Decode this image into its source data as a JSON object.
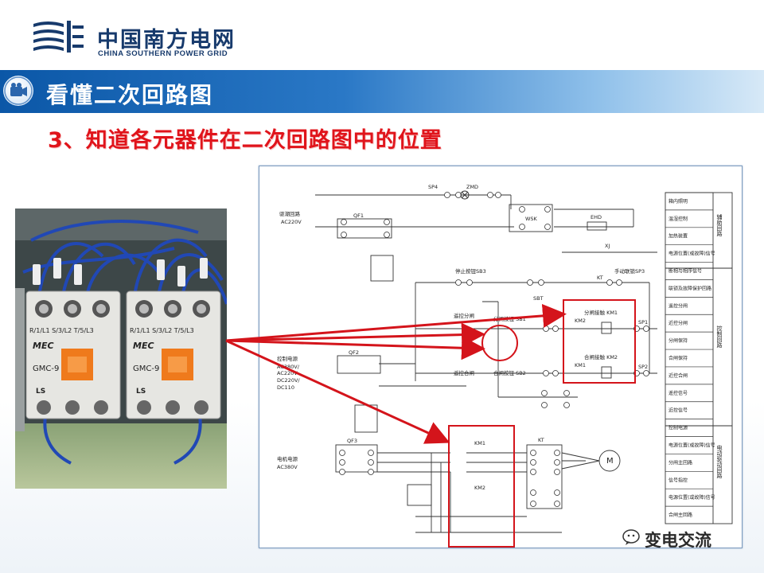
{
  "header": {
    "brand_cn": "中国南方电网",
    "brand_en": "CHINA SOUTHERN POWER GRID"
  },
  "slide": {
    "title": "看懂二次回路图",
    "subtitle": "3、知道各元器件在二次回路图中的位置"
  },
  "photo": {
    "contactors": [
      {
        "top_label": "R/1/L1  S/3/L2  T/5/L3",
        "brand": "MEC",
        "model": "GMC-9",
        "ls": "LS"
      },
      {
        "top_label": "R/1/L1  S/3/L2  T/5/L3",
        "brand": "MEC",
        "model": "GMC-9",
        "ls": "LS"
      }
    ]
  },
  "diagram": {
    "right_panel": [
      {
        "label": "箱内照明",
        "group": "辅助回路"
      },
      {
        "label": "温湿控制",
        "group": "辅助回路"
      },
      {
        "label": "加热装置",
        "group": "辅助回路"
      },
      {
        "label": "电源位置(或故障)信号",
        "group": "辅助回路"
      },
      {
        "label": "断相与相序信号",
        "group": "辅助回路"
      },
      {
        "label": "联锁及故障保护回路",
        "group": "控制回路"
      },
      {
        "label": "遥控分闸",
        "group": "控制回路"
      },
      {
        "label": "近控分闸",
        "group": "控制回路"
      },
      {
        "label": "分闸保持",
        "group": "控制回路"
      },
      {
        "label": "合闸保持",
        "group": "控制回路"
      },
      {
        "label": "近控合闸",
        "group": "控制回路"
      },
      {
        "label": "遥控信号",
        "group": "控制回路"
      },
      {
        "label": "近控信号",
        "group": "控制回路"
      },
      {
        "label": "控制电源",
        "group": "控制回路"
      },
      {
        "label": "电源位置(或故障)信号",
        "group": "控制回路"
      },
      {
        "label": "分闸主回路",
        "group": "电动驱动回路"
      },
      {
        "label": "信号指控",
        "group": "电动驱动回路"
      },
      {
        "label": "电源位置(或故障)信号",
        "group": "电动驱动回路"
      },
      {
        "label": "合闸主回路",
        "group": "电动驱动回路"
      }
    ],
    "group_labels": [
      "辅助回路",
      "控制回路",
      "电动驱动回路"
    ],
    "left_labels": {
      "aux": "驱潮回路",
      "aux_v": "AC220V",
      "ctrl": "控制电源",
      "ctrl_v1": "AC380V/",
      "ctrl_v2": "AC220V",
      "ctrl_v3": "DC220V/",
      "ctrl_v4": "DC110",
      "motor": "电机电源",
      "motor_v": "AC380V"
    },
    "component_labels": {
      "qf1": "QF1",
      "qf2": "QF2",
      "qf3": "QF3",
      "sp4": "SP4",
      "zmd": "ZMD",
      "wsk": "WSK",
      "ehd": "EHD",
      "xj": "XJ",
      "kt": "KT",
      "km1": "KM1",
      "km2": "KM2",
      "sb1": "SB1",
      "sb2": "SB2",
      "sb3": "SB3",
      "sp1": "SP1",
      "sp2": "SP2",
      "sbt": "SBT",
      "motor": "M",
      "stop_button": "停止按钮SB3",
      "manual_interlock": "手动联锁SP3",
      "remote_open": "遥控分闸",
      "remote_close": "遥控合闸",
      "open_button": "分闸按钮 SB1",
      "close_button": "合闸按钮 SB2",
      "open_contactor": "分闸接触 KM1",
      "close_contactor": "合闸接触 KM2"
    }
  },
  "watermark": {
    "text": "变电交流"
  }
}
